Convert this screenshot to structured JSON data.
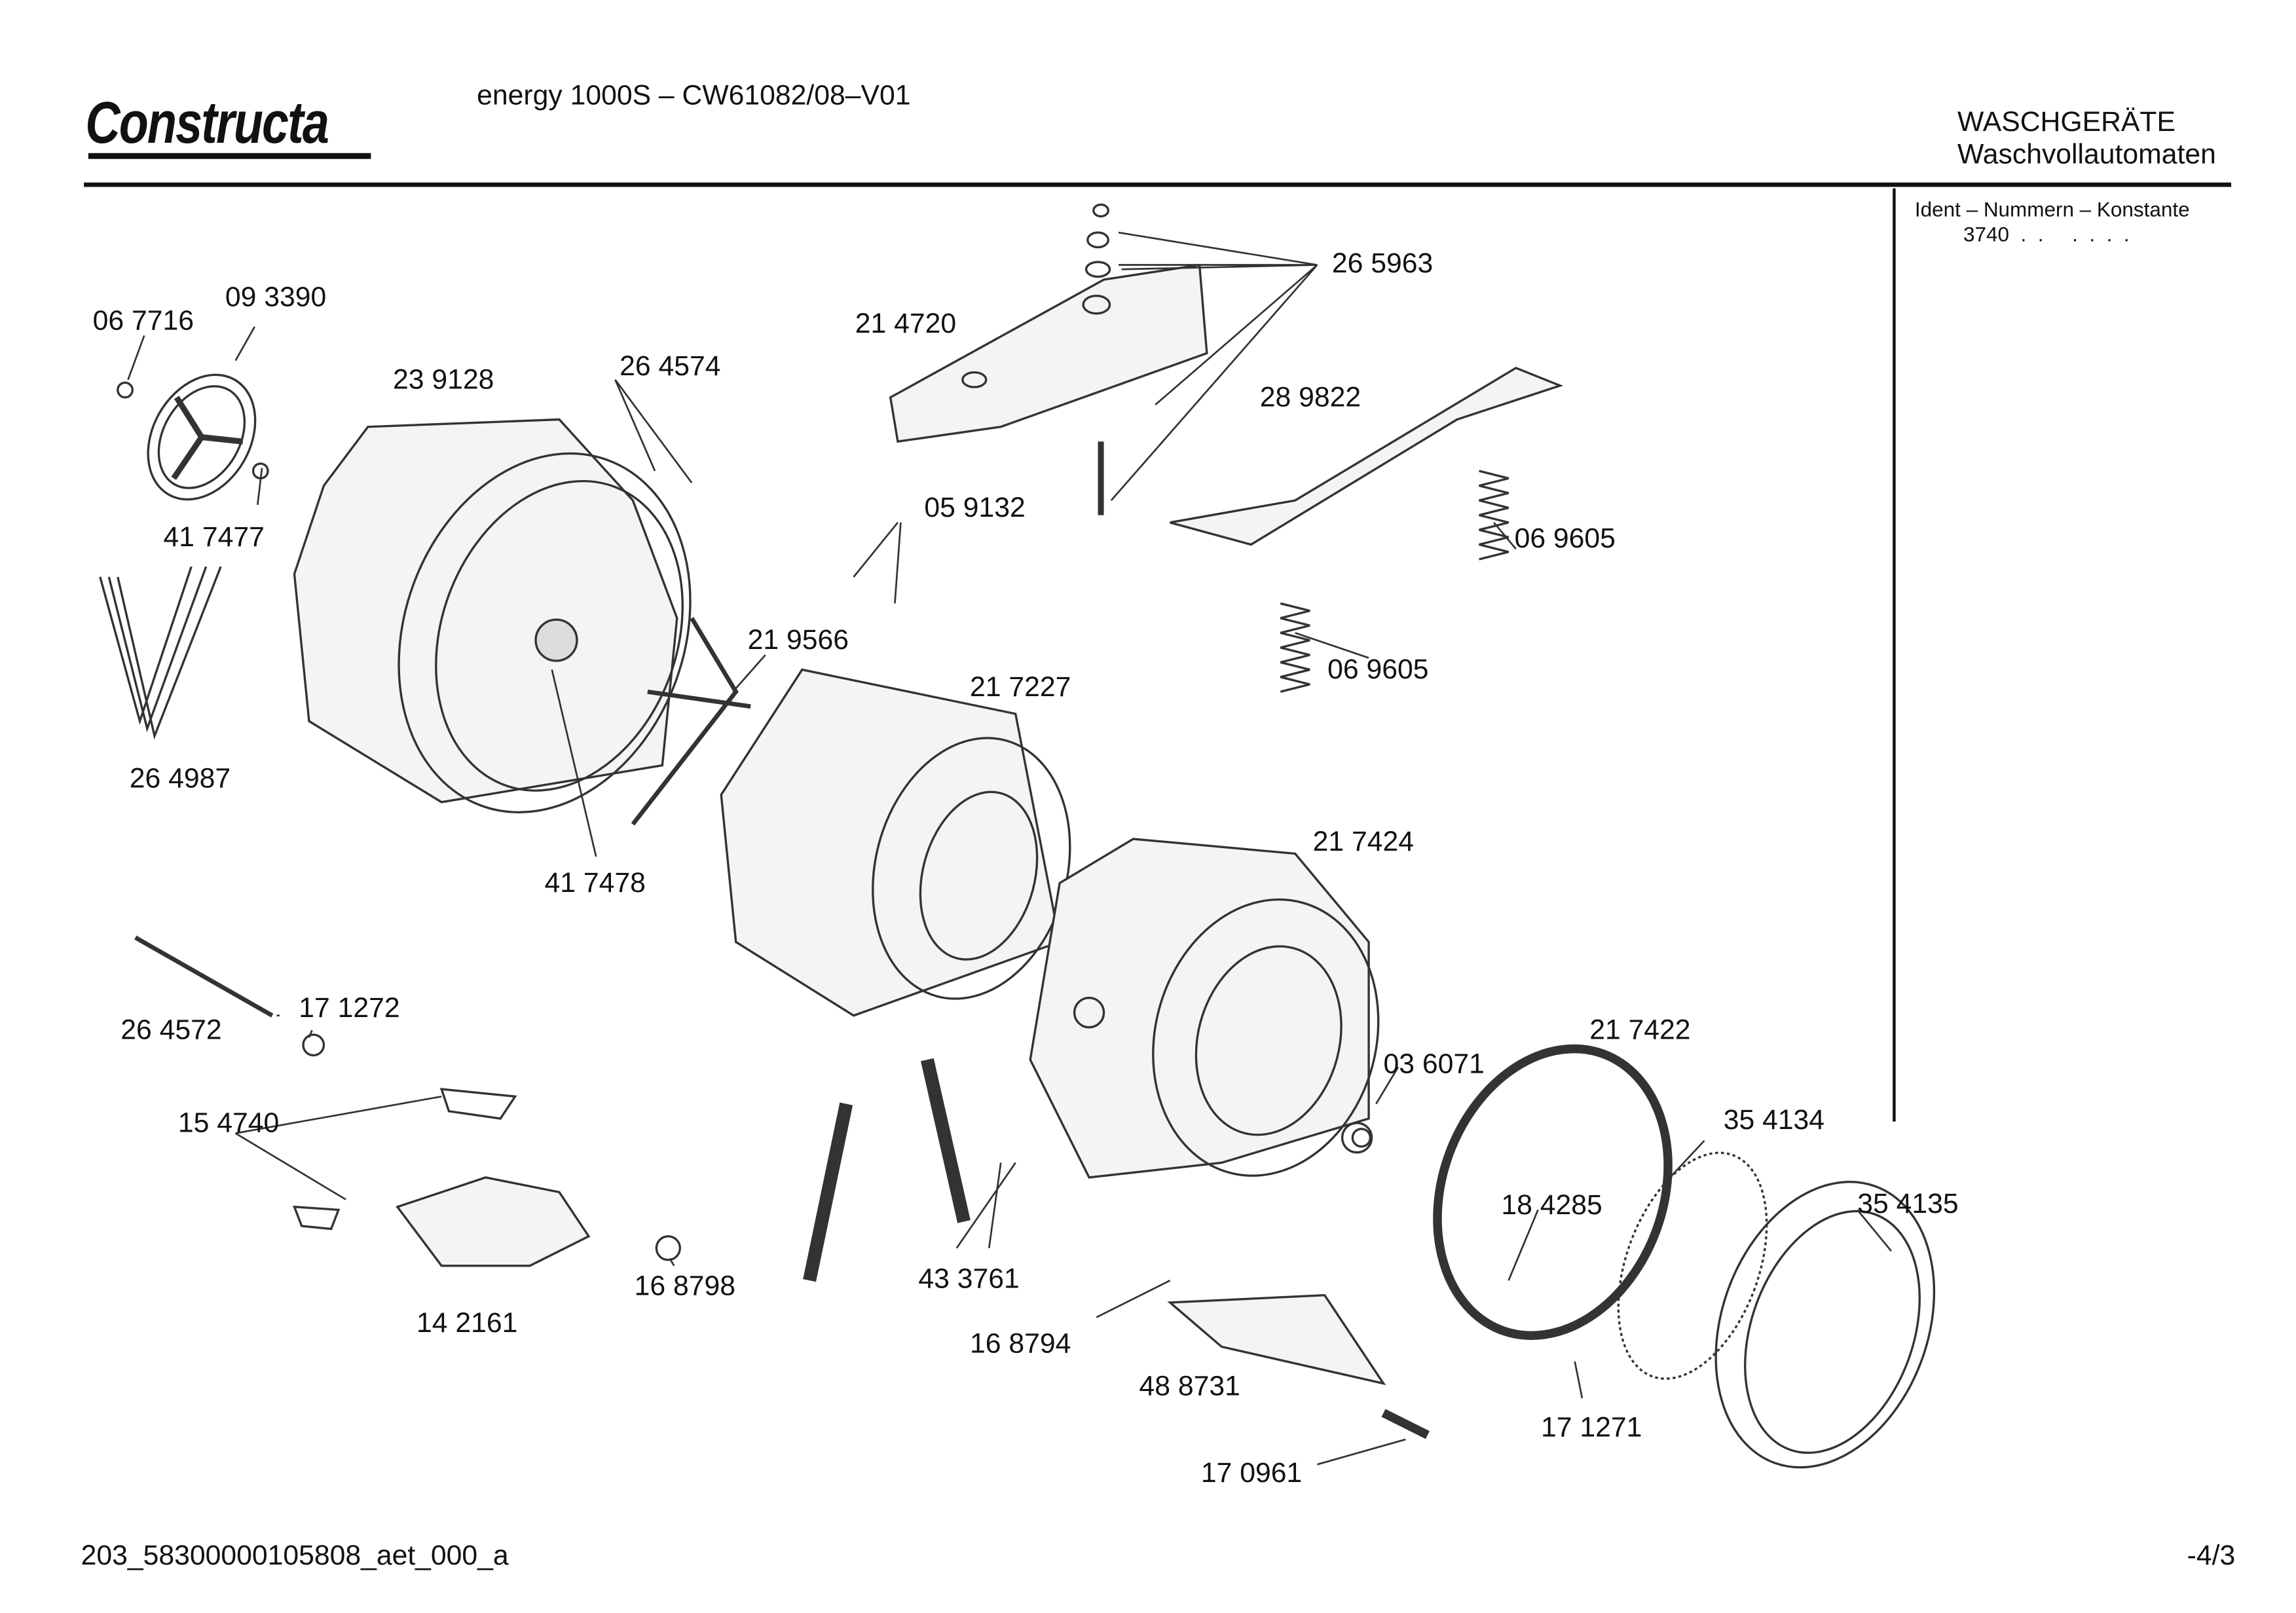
{
  "header": {
    "brand": "Constructa",
    "model": "energy 1000S – CW61082/08–V01",
    "category": "WASCHGERÄTE",
    "subcategory": "Waschvollautomaten"
  },
  "ident": {
    "label": "Ident – Nummern – Konstante",
    "value": "3740  .  .     .  .  .  ."
  },
  "parts": [
    "06 7716",
    "09 3390",
    "23 9128",
    "26 4574",
    "21 4720",
    "26 5963",
    "28 9822",
    "41 7477",
    "05 9132",
    "06 9605",
    "06 9605",
    "21 9566",
    "21 7227",
    "26 4987",
    "41 7478",
    "21 7424",
    "26 4572",
    "17 1272",
    "21 7422",
    "03 6071",
    "15 4740",
    "35 4134",
    "35 4135",
    "18 4285",
    "43 3761",
    "16 8798",
    "14 2161",
    "16 8794",
    "48 8731",
    "17 1271",
    "17 0961"
  ],
  "footer": {
    "doc_id": "203_58300000105808_aet_000_a",
    "page": "-4/3"
  }
}
